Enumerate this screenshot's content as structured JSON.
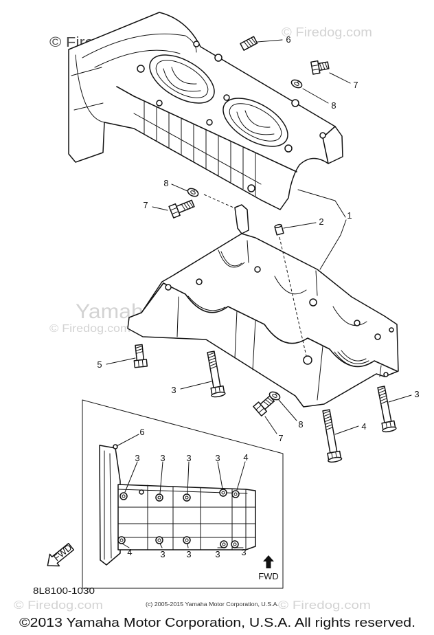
{
  "watermarks": {
    "top_left": "© Firedog.com",
    "top_right": "© Firedog.com",
    "center": "Yamaha Motor Corp. U.S.A.",
    "mid_left": "© Firedog.com",
    "bottom_left": "© Firedog.com",
    "bottom_right": "© Firedog.com"
  },
  "callouts": {
    "stud_top": "6",
    "bolt_top": "7",
    "washer_top": "8",
    "washer_mid": "8",
    "bolt_mid": "7",
    "dowel": "2",
    "crankcase": "1",
    "bolt_short": "5",
    "bolt_long_left": "3",
    "bolt_long_right": "3",
    "bolt_long_front": "4",
    "bolt_low": "7",
    "washer_low": "8"
  },
  "inset": {
    "stud": "6",
    "top_row": [
      "3",
      "3",
      "3",
      "3",
      "4"
    ],
    "bottom_row": [
      "4",
      "3",
      "3",
      "3",
      "3"
    ],
    "fwd_label": "FWD",
    "fwd_arrow_label": "FWD"
  },
  "diagram_code": "8L8100-1030",
  "image_copyright": "(c) 2005-2015 Yamaha Motor Corporation, U.S.A.",
  "footer": "©2013 Yamaha Motor Corporation, U.S.A. All rights reserved."
}
